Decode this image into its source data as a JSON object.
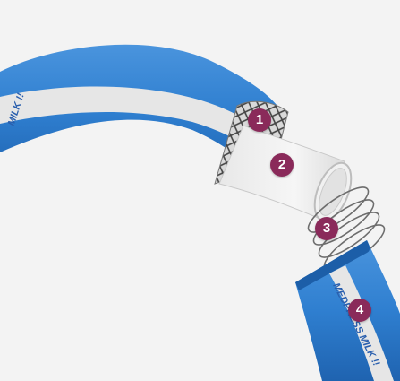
{
  "image": {
    "background_color": "#f3f3f3",
    "hose_color": "#2f7fd0",
    "stripe_color": "#e6e6e6",
    "badge_color": "#8a2a5a"
  },
  "hose": {
    "left_print_text": "MILK !!",
    "right_print_text": "MEDPRESS MILK !!"
  },
  "badges": [
    {
      "number": "1",
      "meaning": "reinforcement-layer"
    },
    {
      "number": "2",
      "meaning": "inner-tube"
    },
    {
      "number": "3",
      "meaning": "steel-helix"
    },
    {
      "number": "4",
      "meaning": "outer-cover"
    }
  ]
}
